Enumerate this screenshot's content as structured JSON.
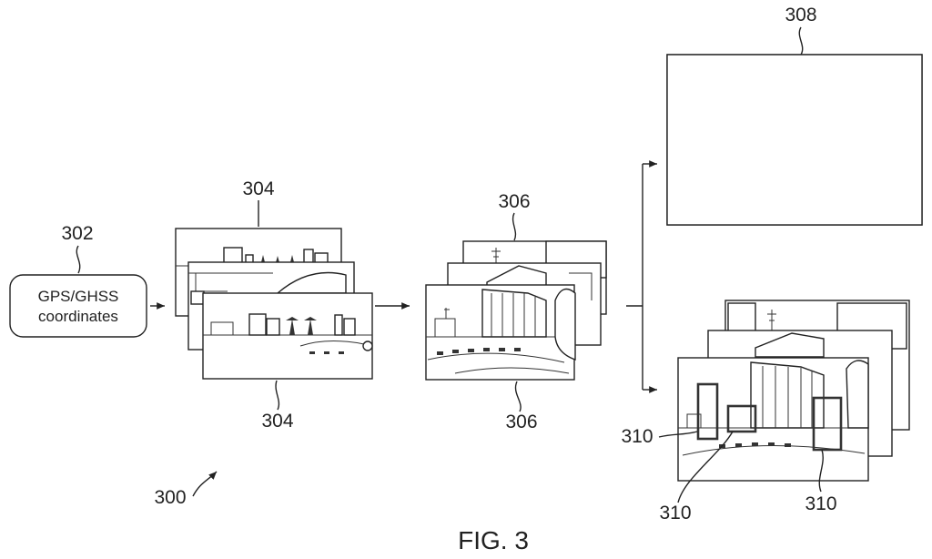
{
  "figure_label": "FIG. 3",
  "input_box": {
    "line1": "GPS/GHSS",
    "line2": "coordinates"
  },
  "refs": {
    "r300": "300",
    "r302": "302",
    "r304_top": "304",
    "r304_bottom": "304",
    "r306_top": "306",
    "r306_bottom": "306",
    "r308": "308",
    "r310_left": "310",
    "r310_bottom_left": "310",
    "r310_bottom_right": "310"
  }
}
